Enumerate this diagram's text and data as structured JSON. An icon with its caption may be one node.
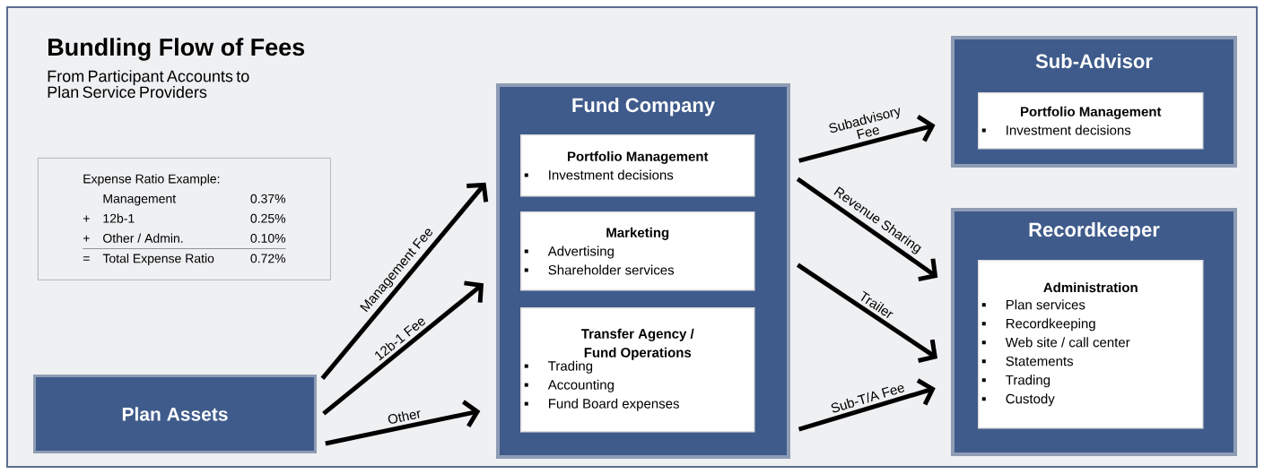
{
  "diagram": {
    "title": "Bundling Flow of Fees",
    "nodes": [
      {
        "text": [
          "Expense Ratio Example:",
          "Management",
          "0.37%",
          "+",
          "12b-1",
          "0.25%",
          "+",
          "Other / Admin.",
          "0.10%",
          "=",
          "Total Expense Ratio",
          "0.72%"
        ]
      },
      {
        "text": [
          "Plan Assets"
        ]
      },
      {
        "text": [
          "Fund Company"
        ]
      },
      {
        "text": [
          "Portfolio Management",
          "Investment decisions"
        ],
        "in": 2
      },
      {
        "text": [
          "Marketing",
          "Advertising",
          "Shareholder services"
        ],
        "in": 2
      },
      {
        "text": [
          "Transfer Agency / Fund Operations",
          "Trading",
          "Accounting",
          "Fund Board expenses"
        ],
        "in": 2
      },
      {
        "text": [
          "Sub-Advisor"
        ]
      },
      {
        "text": [
          "Portfolio Management",
          "Investment decisions"
        ],
        "in": 6
      },
      {
        "text": [
          "Recordkeeper"
        ]
      },
      {
        "text": [
          "Administration",
          "Plan services",
          "Recordkeeping",
          "Web site / call center",
          "Statements",
          "Trading",
          "Custody"
        ],
        "in": 8
      }
    ],
    "edges": [
      {
        "from": 1,
        "to": 2,
        "arrow": "to",
        "label": "Management Fee"
      },
      {
        "from": 1,
        "to": 2,
        "arrow": "to",
        "label": "12b-1 Fee"
      },
      {
        "from": 1,
        "to": 2,
        "arrow": "to",
        "label": "Other"
      },
      {
        "from": 2,
        "to": 6,
        "arrow": "to",
        "label": "Subadvisory Fee"
      },
      {
        "from": 2,
        "to": 8,
        "arrow": "to",
        "label": "Revenue Sharing"
      },
      {
        "from": 2,
        "to": 8,
        "arrow": "to",
        "label": "Trailer"
      },
      {
        "from": 2,
        "to": 8,
        "arrow": "to",
        "label": "Sub-T/A Fee"
      }
    ],
    "labels": [
      "From Participant Accounts to Plan Service Providers"
    ]
  }
}
